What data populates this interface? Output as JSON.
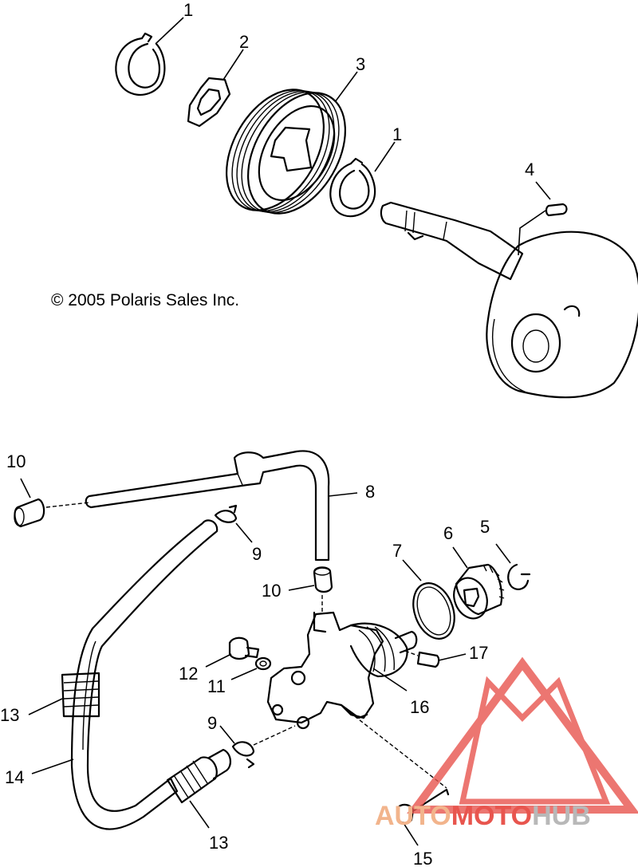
{
  "copyright": "© 2005 Polaris Sales Inc.",
  "watermark": {
    "part1": "AUTO",
    "part2": "MOTO",
    "part3": "HUB",
    "color_light": "#f2b48c",
    "color_accent": "#e8554e",
    "color_dark": "#b8b8b8"
  },
  "callouts": {
    "c1a": "1",
    "c2": "2",
    "c3": "3",
    "c1b": "1",
    "c4": "4",
    "c10a": "10",
    "c8": "8",
    "c9a": "9",
    "c10b": "10",
    "c7": "7",
    "c6": "6",
    "c5": "5",
    "c12": "12",
    "c11": "11",
    "c17": "17",
    "c16": "16",
    "c13a": "13",
    "c9b": "9",
    "c14": "14",
    "c13b": "13",
    "c15": "15"
  }
}
